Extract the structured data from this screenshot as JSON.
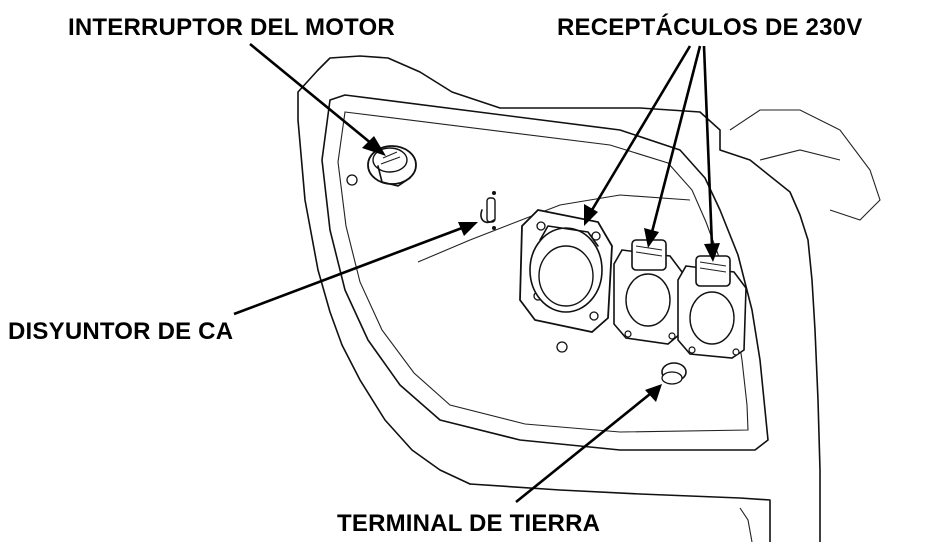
{
  "labels": {
    "engine_switch": "INTERRUPTOR DEL MOTOR",
    "receptacles": "RECEPTÁCULOS DE 230V",
    "ac_breaker": "DISYUNTOR DE CA",
    "ground_terminal": "TERMINAL DE TIERRA"
  }
}
